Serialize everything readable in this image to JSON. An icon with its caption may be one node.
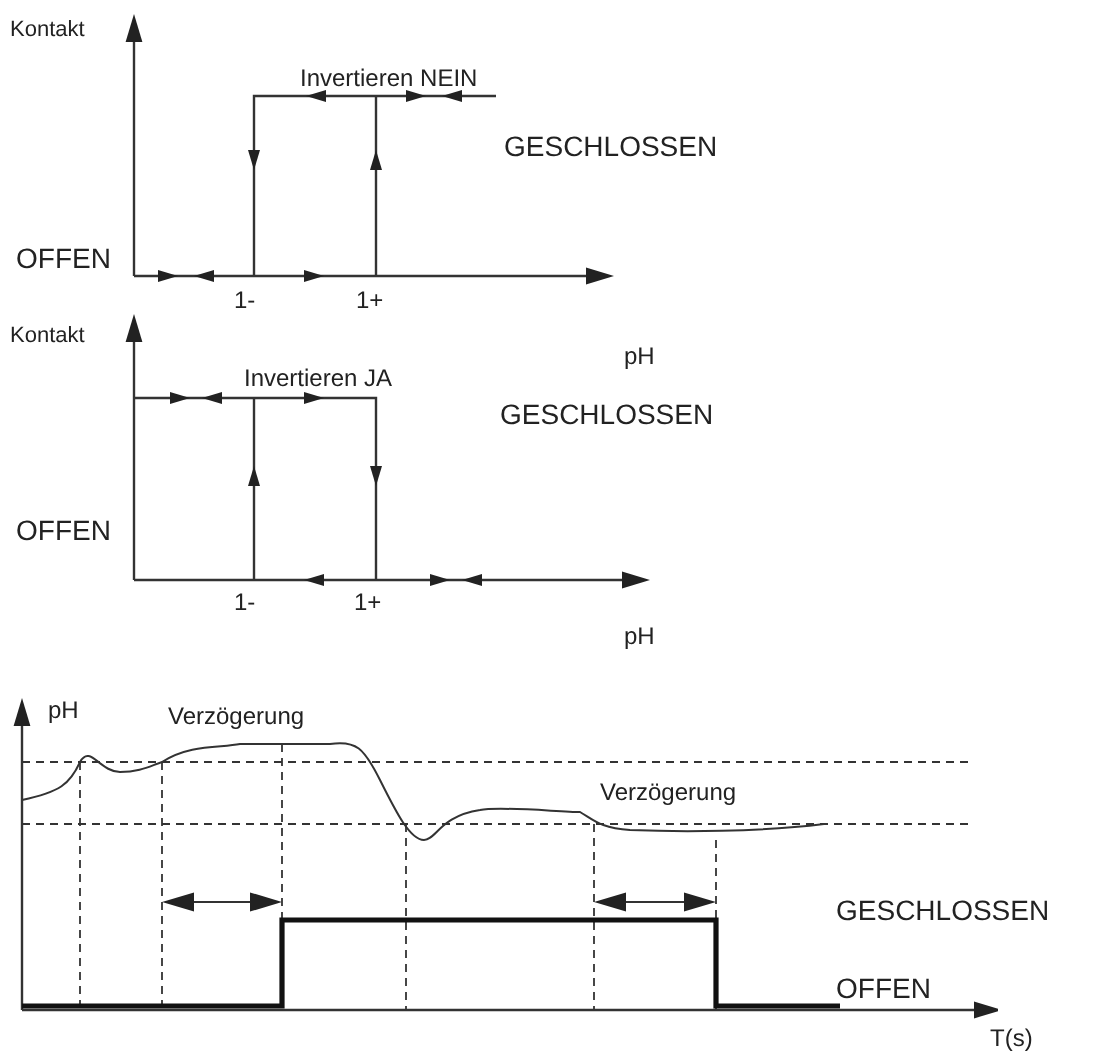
{
  "diagram": {
    "labels": [
      "Kontakt",
      "Invertieren NEIN",
      "GESCHLOSSEN",
      "OFFEN",
      "1-",
      "1+",
      "Kontakt",
      "pH",
      "Invertieren JA",
      "GESCHLOSSEN",
      "OFFEN",
      "1-",
      "1+",
      "pH",
      "pH",
      "Verzögerung",
      "Verzögerung",
      "GESCHLOSSEN",
      "OFFEN",
      "T(s)"
    ]
  }
}
